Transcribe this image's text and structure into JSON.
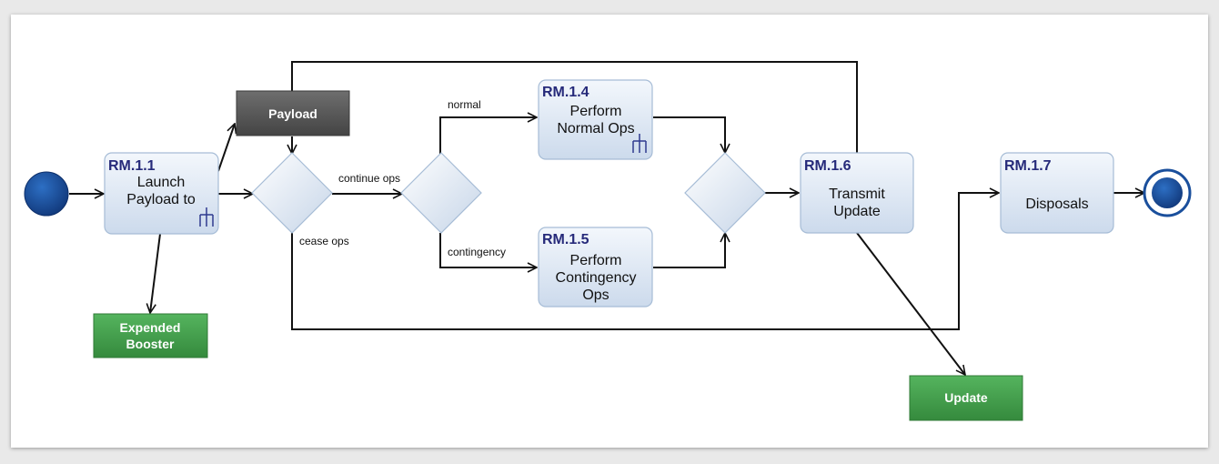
{
  "colors": {
    "node_fill": "#1a4f9c",
    "code_text": "#262a7a",
    "object_dark": "#555555",
    "object_green": "#3e9a47",
    "fork_icon": "#2f3a8f"
  },
  "nodes": {
    "rm11": {
      "code": "RM.1.1",
      "lines": [
        "Launch",
        "Payload to"
      ],
      "icon": "trident-icon"
    },
    "rm14": {
      "code": "RM.1.4",
      "lines": [
        "Perform",
        "Normal Ops"
      ],
      "icon": "trident-icon"
    },
    "rm15": {
      "code": "RM.1.5",
      "lines": [
        "Perform",
        "Contingency",
        "Ops"
      ]
    },
    "rm16": {
      "code": "RM.1.6",
      "lines": [
        "Transmit",
        "Update"
      ]
    },
    "rm17": {
      "code": "RM.1.7",
      "lines": [
        "Disposals"
      ]
    }
  },
  "objects": {
    "payload": "Payload",
    "expended": [
      "Expended",
      "Booster"
    ],
    "update": "Update"
  },
  "flow_labels": {
    "continue": "continue ops",
    "cease": "cease ops",
    "normal": "normal",
    "contingency": "contingency"
  }
}
